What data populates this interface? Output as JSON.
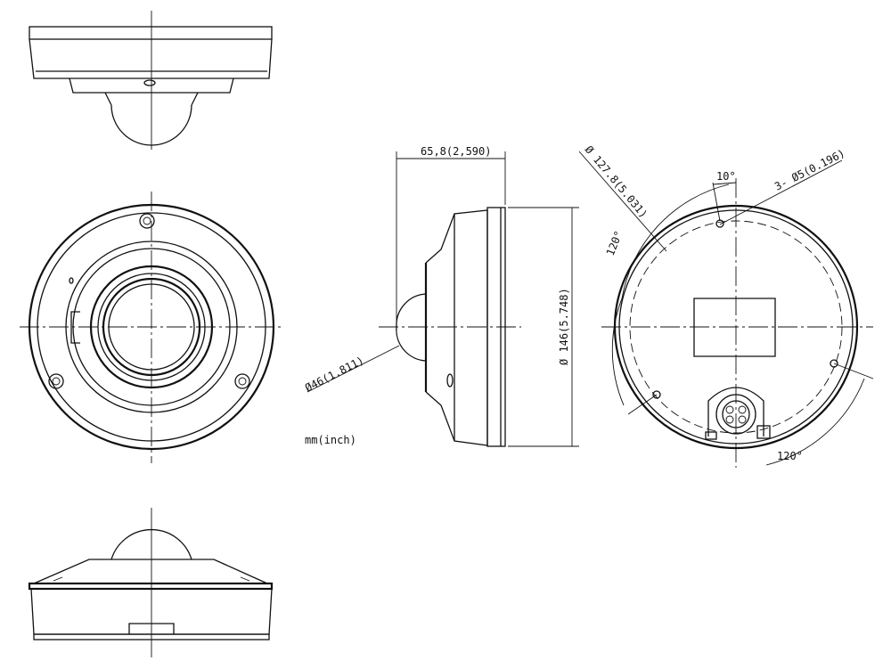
{
  "labels": {
    "depth": "65,8(2,590)",
    "height": "Ø 146(5.748)",
    "dome_diameter": "Ø46(1.811)",
    "units": "mm(inch)",
    "mount_circle": "Ø 127.8(5.031)",
    "angle_offset": "10°",
    "holes": "3- Ø5(0.196)",
    "angle_left": "120°",
    "angle_bottom": "120°"
  }
}
